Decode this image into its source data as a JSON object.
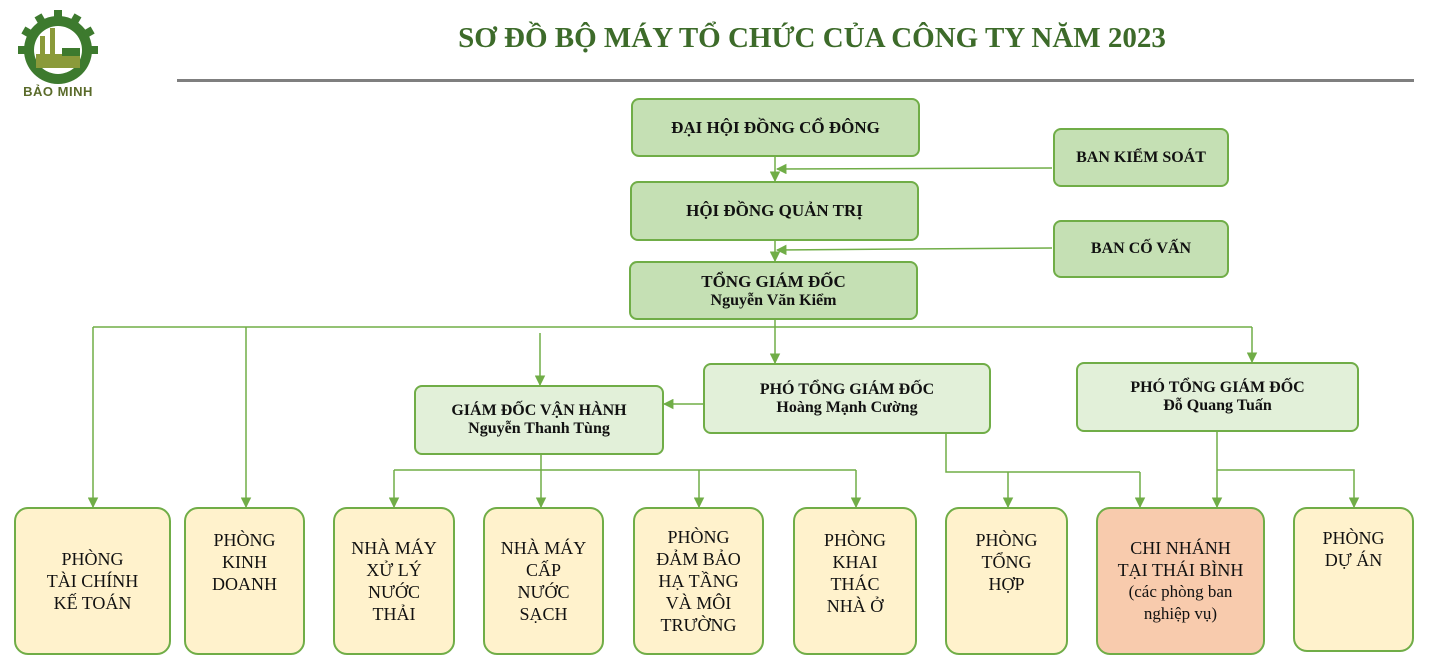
{
  "logo": {
    "text": "BẢO MINH"
  },
  "title": "SƠ ĐỒ BỘ MÁY TỔ CHỨC CỦA CÔNG TY NĂM 2023",
  "nodes": {
    "dhdcd": "ĐẠI HỘI ĐỒNG CỔ ĐÔNG",
    "bks": "BAN KIỂM SOÁT",
    "hdqt": "HỘI ĐỒNG QUẢN TRỊ",
    "bcv": "BAN CỐ VẤN",
    "tgd": {
      "title": "TỔNG GIÁM ĐỐC",
      "name": "Nguyễn Văn Kiểm"
    },
    "gdvh": {
      "title": "GIÁM ĐỐC VẬN HÀNH",
      "name": "Nguyễn Thanh Tùng"
    },
    "ptgd1": {
      "title": "PHÓ TỔNG GIÁM ĐỐC",
      "name": "Hoàng Mạnh Cường"
    },
    "ptgd2": {
      "title": "PHÓ TỔNG GIÁM ĐỐC",
      "name": "Đỗ Quang Tuấn"
    },
    "dept_taichinh": "PHÒNG\nTÀI CHÍNH\nKẾ TOÁN",
    "dept_kinhdoanh": "PHÒNG\nKINH\nDOANH",
    "dept_xuly": "NHÀ MÁY\nXỬ LÝ\nNƯỚC\nTHẢI",
    "dept_capnuoc": "NHÀ MÁY\nCẤP\nNƯỚC\nSẠCH",
    "dept_hatang": "PHÒNG\nĐẢM BẢO\nHẠ TẦNG\nVÀ MÔI\nTRƯỜNG",
    "dept_khaithac": "PHÒNG\nKHAI\nTHÁC\nNHÀ Ở",
    "dept_tonghop": "PHÒNG\nTỔNG\nHỢP",
    "branch": {
      "title": "CHI NHÁNH\nTẠI THÁI BÌNH",
      "note": "(các phòng ban\nnghiệp vụ)"
    },
    "dept_duan": "PHÒNG\nDỰ ÁN"
  },
  "colors": {
    "line": "#70ad47",
    "top_fill": "#c5e0b4",
    "mid_fill": "#e2f0d9",
    "dept_fill": "#fff2cc",
    "branch_fill": "#f8cbad",
    "title": "#3d6b2a"
  }
}
